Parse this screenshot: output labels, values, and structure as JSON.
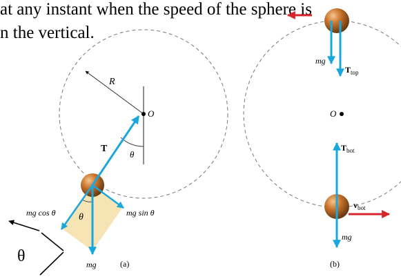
{
  "header": {
    "line1": "at any instant when the speed of the sphere is",
    "line2": "n the vertical."
  },
  "fig_a": {
    "radius_label": "R",
    "center_label": "O",
    "tension_label": "T",
    "angle_label": "θ",
    "angle_label_lower": "θ",
    "comp_cos_prefix": "mg",
    "comp_cos_suffix": " cos θ",
    "comp_sin_prefix": "mg",
    "comp_sin_suffix": " sin θ",
    "weight_label": "mg",
    "caption": "(a)"
  },
  "fig_b": {
    "weight_top_prefix": "mg",
    "tension_top_main": "T",
    "tension_top_sub": "top",
    "center_label": "O",
    "tension_bot_main": "T",
    "tension_bot_sub": "bot",
    "velocity_bot_main": "v",
    "velocity_bot_sub": "bot",
    "weight_bot_label": "mg",
    "caption": "(b)"
  },
  "annotation": {
    "theta": "θ"
  },
  "colors": {
    "force_arrow": "#1aa7de",
    "velocity_arrow": "#d6262b",
    "sphere": "#c8742c",
    "component_box": "#f7e3b0",
    "dashed_circle": "#777777"
  }
}
